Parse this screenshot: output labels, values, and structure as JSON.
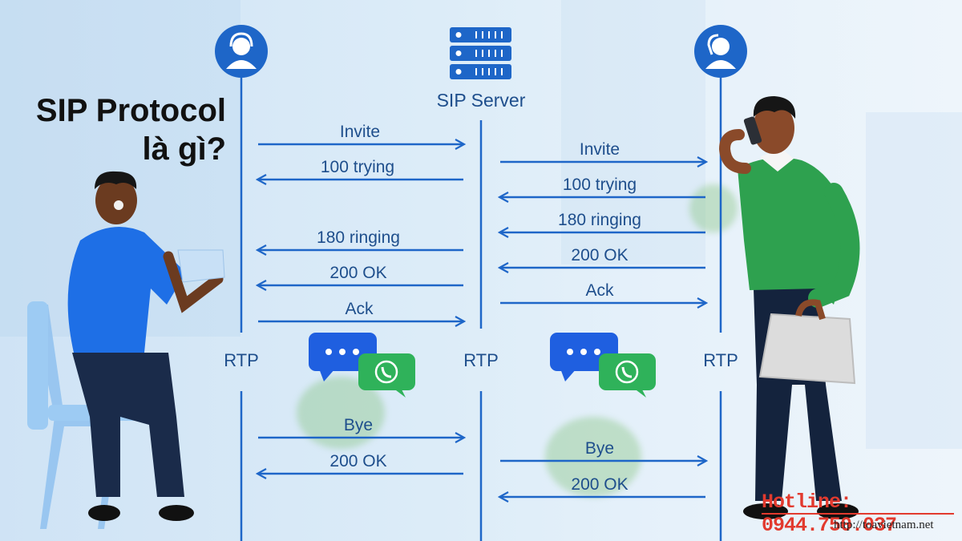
{
  "title": {
    "line1": "SIP Protocol",
    "line2": "là gì?"
  },
  "server_label": "SIP Server",
  "rtp_label": "RTP",
  "left_flow": [
    {
      "label": "Invite",
      "direction": "right"
    },
    {
      "label": "100 trying",
      "direction": "left"
    },
    {
      "label": "180 ringing",
      "direction": "left"
    },
    {
      "label": "200 OK",
      "direction": "left"
    },
    {
      "label": "Ack",
      "direction": "right"
    },
    {
      "label": "Bye",
      "direction": "right"
    },
    {
      "label": "200 OK",
      "direction": "left"
    }
  ],
  "right_flow": [
    {
      "label": "Invite",
      "direction": "right"
    },
    {
      "label": "100 trying",
      "direction": "left"
    },
    {
      "label": "180 ringing",
      "direction": "left"
    },
    {
      "label": "200 OK",
      "direction": "left"
    },
    {
      "label": "Ack",
      "direction": "right"
    },
    {
      "label": "Bye",
      "direction": "right"
    },
    {
      "label": "200 OK",
      "direction": "left"
    }
  ],
  "watermark": {
    "hotline": "Hotline: 0944.750.037",
    "website": "http://toavietnam.net"
  },
  "colors": {
    "line": "#1e66c8",
    "text": "#1e4e8c",
    "chat": "#1f5fe0",
    "phone": "#2fb25a",
    "caller_shirt": "#1e6fe6",
    "callee_shirt": "#2ea14f"
  },
  "icons": [
    "caller-avatar-icon",
    "server-icon",
    "callee-avatar-icon",
    "chat-bubble-icon",
    "phone-bubble-icon"
  ]
}
